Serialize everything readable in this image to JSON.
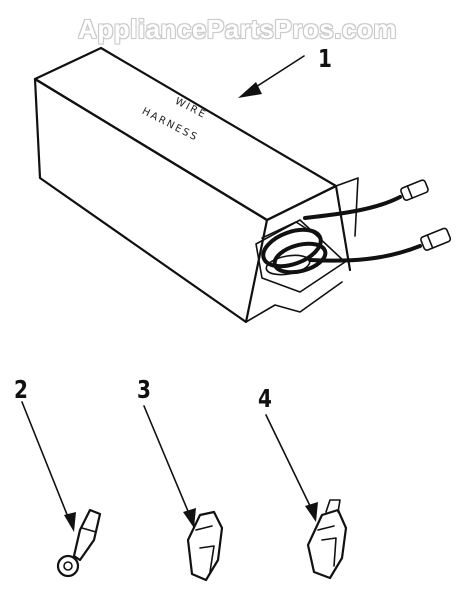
{
  "watermark": "AppliancePartsPros.com",
  "box_label": {
    "line1": "WIRE",
    "line2": "HARNESS"
  },
  "callouts": [
    "1",
    "2",
    "3",
    "4"
  ],
  "parts": [
    {
      "callout": "1",
      "icon": "wire-harness-box-icon"
    },
    {
      "callout": "2",
      "icon": "ring-terminal-icon"
    },
    {
      "callout": "3",
      "icon": "spade-terminal-icon"
    },
    {
      "callout": "4",
      "icon": "female-quick-connect-terminal-icon"
    }
  ]
}
